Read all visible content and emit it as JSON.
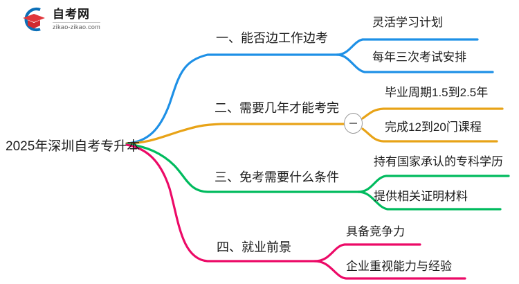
{
  "logo": {
    "brand_name": "自考网",
    "domain": "zikao-zikao.com",
    "mark_icon": "graduation-cap-icon",
    "arc_color": "#0b6fb8",
    "cap_color": "#e0363b"
  },
  "mindmap": {
    "root": {
      "label": "2025年深圳自考专升本"
    },
    "branches": [
      {
        "label": "一、能否边工作边考",
        "color": "#1e90e6",
        "collapsible": false,
        "children": [
          {
            "label": "灵活学习计划"
          },
          {
            "label": "每年三次考试安排"
          }
        ]
      },
      {
        "label": "二、需要几年才能考完",
        "color": "#e8a317",
        "collapsible": true,
        "toggle_state": "expanded",
        "toggle_icon": "minus-circle-icon",
        "children": [
          {
            "label": "毕业周期1.5到2.5年"
          },
          {
            "label": "完成12到20门课程"
          }
        ]
      },
      {
        "label": "三、免考需要什么条件",
        "color": "#00bb5e",
        "collapsible": false,
        "children": [
          {
            "label": "持有国家承认的专科学历"
          },
          {
            "label": "提供相关证明材料"
          }
        ]
      },
      {
        "label": "四、就业前景",
        "color": "#ec0a67",
        "collapsible": false,
        "children": [
          {
            "label": "具备竞争力"
          },
          {
            "label": "企业重视能力与经验"
          }
        ]
      }
    ]
  }
}
